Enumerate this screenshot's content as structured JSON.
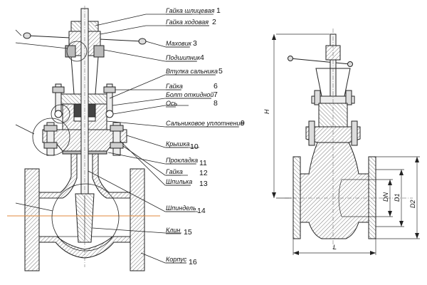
{
  "parts": [
    {
      "name": "Гайка шлицевая",
      "number": "1"
    },
    {
      "name": "Гайка ходовая",
      "number": "2"
    },
    {
      "name": "Маховик",
      "number": "3"
    },
    {
      "name": "Подшипник",
      "number": "4"
    },
    {
      "name": "Втулка сальника",
      "number": "5"
    },
    {
      "name": "Гайка",
      "number": "6"
    },
    {
      "name": "Болт откидной",
      "number": "7"
    },
    {
      "name": "Ось",
      "number": "8"
    },
    {
      "name": "Сальниковое уплотнение",
      "number": "9"
    },
    {
      "name": "Крышка",
      "number": "10"
    },
    {
      "name": "Прокладка",
      "number": "11"
    },
    {
      "name": "Гайка",
      "number": "12"
    },
    {
      "name": "Шпилька",
      "number": "13"
    },
    {
      "name": "Шпиндель",
      "number": "14"
    },
    {
      "name": "Клин",
      "number": "15"
    },
    {
      "name": "Корпус",
      "number": "16"
    }
  ],
  "dimensions": {
    "height": "H",
    "length": "L",
    "nominal": "DN",
    "d1": "D1",
    "d2": "D2"
  },
  "colors": {
    "line": "#222222",
    "hatch": "#555555",
    "axis": "#e08a3c",
    "section_fill": "#dcdcdc"
  }
}
